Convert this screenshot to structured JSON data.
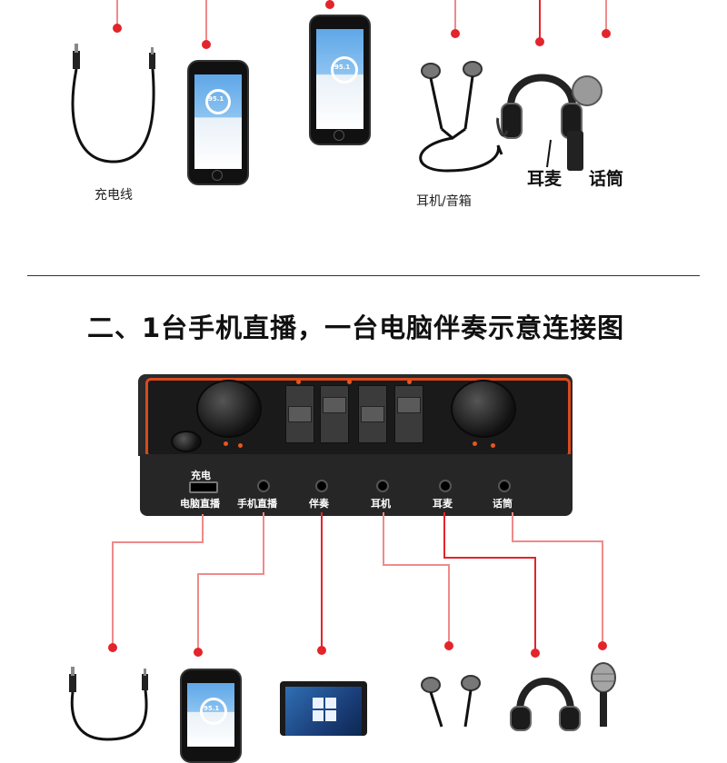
{
  "top_section": {
    "captions": {
      "cable": "充电线",
      "earphone_speaker": "耳机/音箱",
      "headset": "耳麦",
      "mic": "话筒"
    },
    "phone_screen": {
      "value": "95.1"
    }
  },
  "section_title": "二、1台手机直播，一台电脑伴奏示意连接图",
  "device": {
    "port_labels": {
      "charge": "充电",
      "pc_live": "电脑直播",
      "phone_live": "手机直播",
      "accompaniment": "伴奏",
      "earphone": "耳机",
      "headset": "耳麦",
      "mic": "话筒"
    }
  },
  "bottom_section": {
    "phone_screen": {
      "value": "95.1"
    }
  },
  "colors": {
    "connector_red": "#e3242b",
    "connector_pink": "#f08a8a",
    "device_accent": "#d94a1e"
  }
}
